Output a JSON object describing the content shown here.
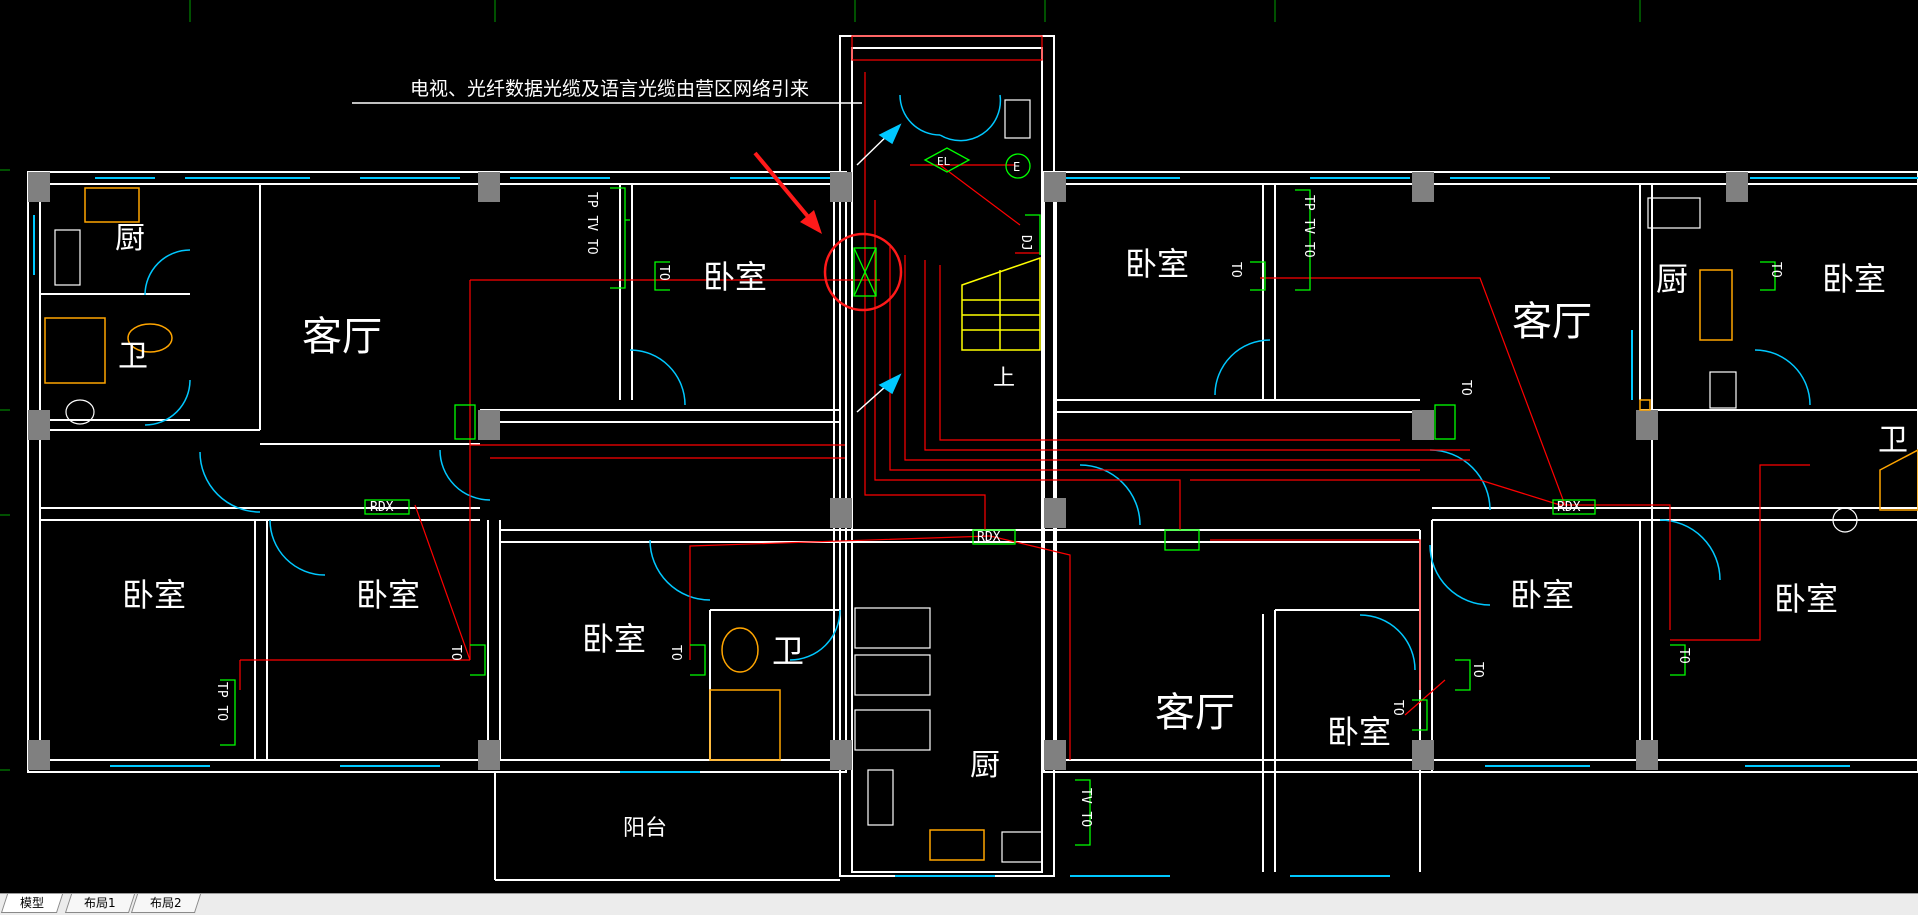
{
  "drawing": {
    "note": "电视、光纤数据光缆及语言光缆由营区网络引来",
    "rooms": {
      "kitchen_1": "厨",
      "bath_1": "卫",
      "living_1": "客厅",
      "bed_1": "卧室",
      "bed_2": "卧室",
      "bed_3": "卧室",
      "bed_4": "卧室",
      "bath_2": "卫",
      "balcony": "阳台",
      "kitchen_2": "厨",
      "living_2": "客厅",
      "bed_5": "卧室",
      "bed_6": "卧室",
      "bed_7": "卧室",
      "living_3": "客厅",
      "kitchen_3": "厨",
      "bed_8": "卧室",
      "bath_3": "卫",
      "bed_9": "卧室",
      "stair_up": "上"
    },
    "labels": {
      "rdx_1": "RDX",
      "rdx_2": "RDX",
      "rdx_3": "RDX",
      "el": "EL",
      "e": "E",
      "tp_tv_to_1": "TP TV TO",
      "to_1": "TO",
      "tp_to_1": "TP TO",
      "to_2": "TO",
      "to_3": "TO",
      "tv_to_1": "TV TO",
      "to_4": "TO",
      "to_5": "TO",
      "to_6": "TO",
      "tp_tv_to_2": "TP TV TO",
      "to_7": "TO",
      "to_8": "TO",
      "to_9": "TO",
      "dj": "DJ"
    },
    "colors": {
      "wall": "#ffffff",
      "window": "#00c8ff",
      "door": "#00c8ff",
      "cable": "#ff0000",
      "outlet": "#00ff00",
      "column": "#808080",
      "stair": "#ffff00",
      "fixture": "#ffa500",
      "annotation_circle": "#ff1a1a"
    }
  },
  "tabs": [
    {
      "label": "模型",
      "active": true
    },
    {
      "label": "布局1",
      "active": false
    },
    {
      "label": "布局2",
      "active": false
    }
  ]
}
